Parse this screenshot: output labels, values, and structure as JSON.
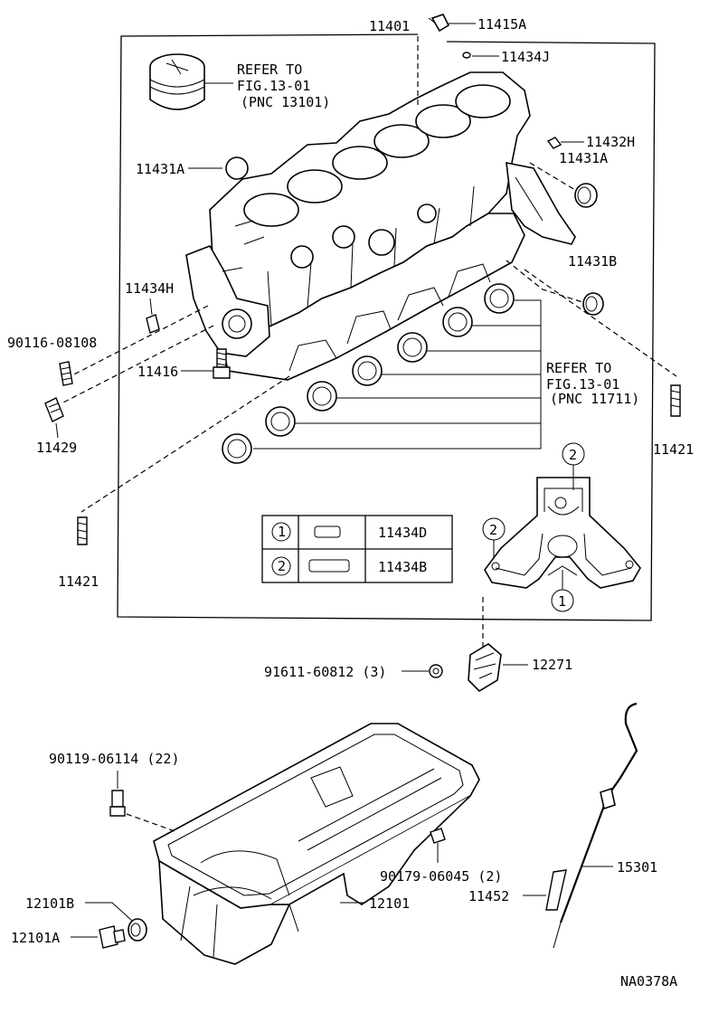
{
  "diagram_code": "NA0378A",
  "labels": {
    "p11401": "11401",
    "p11415A": "11415A",
    "p11434J": "11434J",
    "p11432H": "11432H",
    "p11431A_left": "11431A",
    "p11431A_right": "11431A",
    "p11431B": "11431B",
    "p11434H": "11434H",
    "p90116": "90116-08108",
    "p11416": "11416",
    "p11429": "11429",
    "p11421_right": "11421",
    "p11421_left": "11421",
    "p91611": "91611-60812 (3)",
    "p12271": "12271",
    "p90119": "90119-06114 (22)",
    "p90179": "90179-06045 (2)",
    "p15301": "15301",
    "p11452": "11452",
    "p12101B": "12101B",
    "p12101A": "12101A",
    "p12101": "12101"
  },
  "refer_piston": {
    "line1": "REFER TO",
    "line2": "FIG.13-01",
    "line3": "(PNC 13101)"
  },
  "refer_bearing": {
    "line1": "REFER TO",
    "line2": "FIG.13-01",
    "line3": "(PNC 11711)"
  },
  "legend": {
    "rows": [
      {
        "num": "1",
        "part": "11434D"
      },
      {
        "num": "2",
        "part": "11434B"
      }
    ]
  },
  "callouts": {
    "top": "2",
    "left": "2",
    "bottom": "1"
  }
}
